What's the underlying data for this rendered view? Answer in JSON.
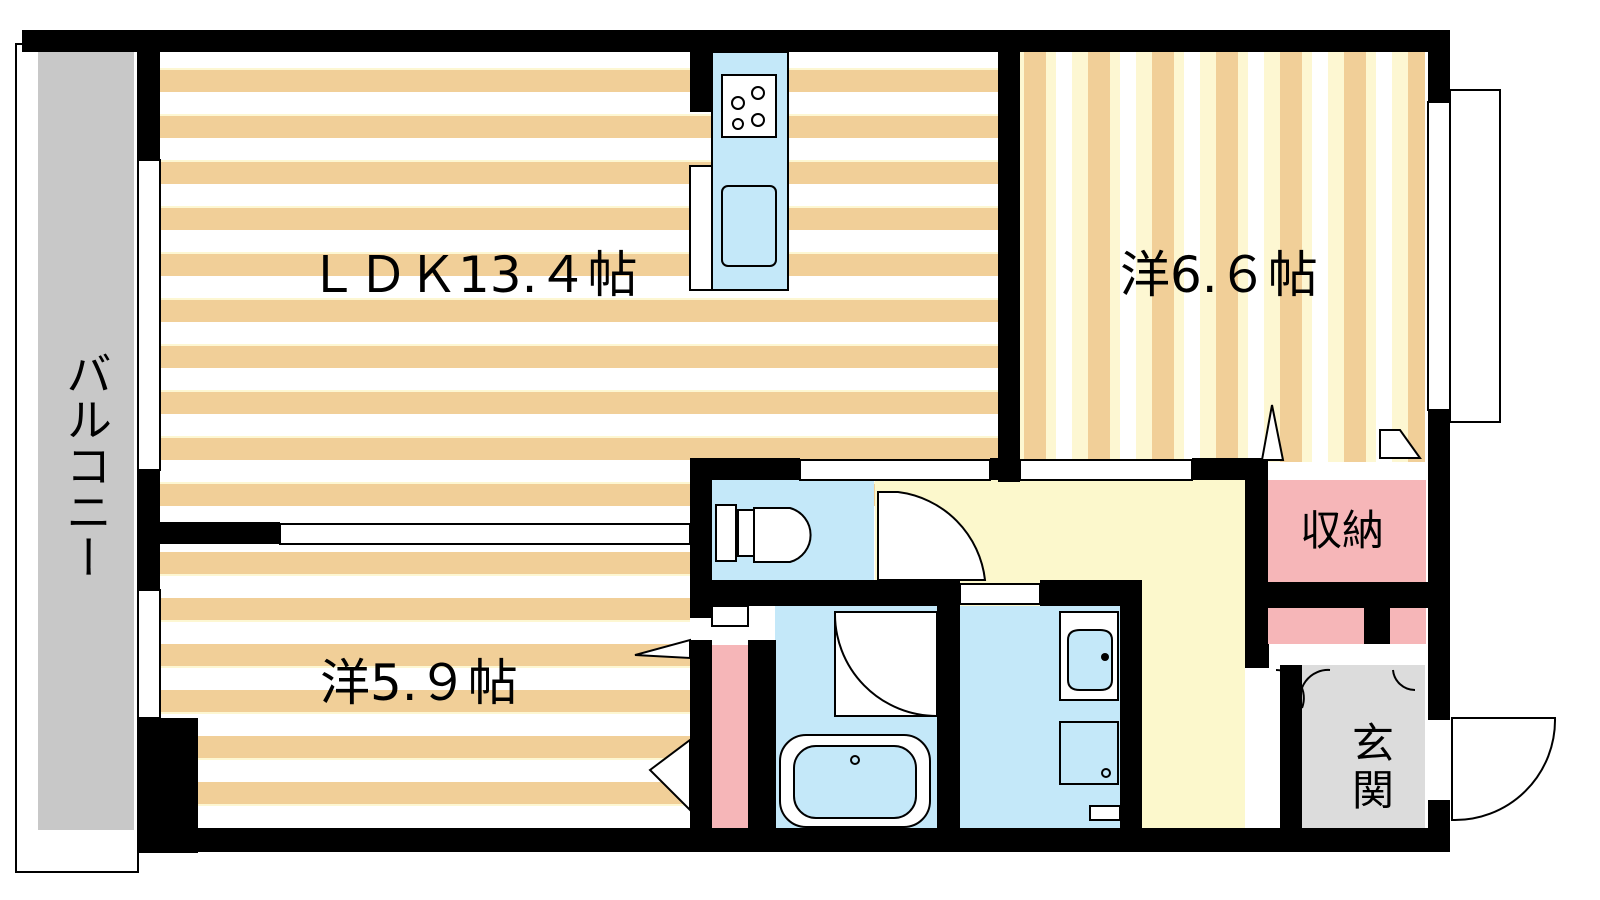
{
  "rooms": {
    "ldk": {
      "label": "ＬＤＫ13.４帖"
    },
    "western_a": {
      "label": "洋6.６帖"
    },
    "western_b": {
      "label": "洋5.９帖"
    },
    "storage": {
      "label": "収納"
    },
    "entrance": {
      "label_top": "玄",
      "label_bottom": "関"
    },
    "balcony": {
      "label": "バルコニー"
    }
  },
  "colors": {
    "wall": "#000000",
    "stripe_light": "#fdf7d2",
    "stripe_dark": "#f1cf98",
    "stripe_white": "#ffffff",
    "corridor": "#fcf8cc",
    "wet_area": "#c4e8f9",
    "storage": "#f6b6b8",
    "balcony": "#c8c8c8",
    "entrance_floor": "#dcdcdc",
    "fixture": "#ffffff"
  }
}
